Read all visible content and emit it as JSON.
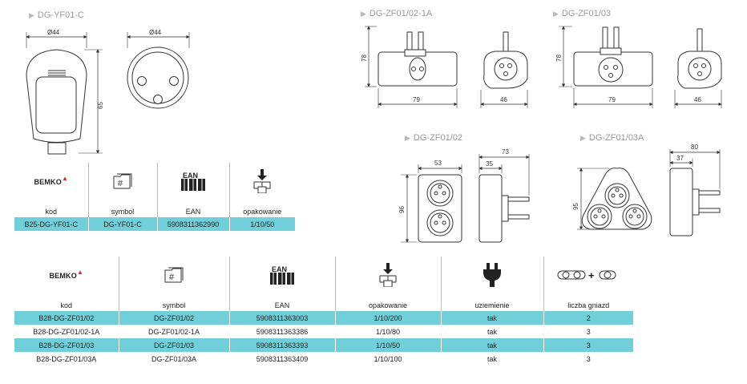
{
  "headings": {
    "yf01c": "DG-YF01-C",
    "zf0102_1a": "DG-ZF01/02-1A",
    "zf0103": "DG-ZF01/03",
    "zf0102": "DG-ZF01/02",
    "zf0103a": "DG-ZF01/03A"
  },
  "dimensions": {
    "yf_side_width": "Ø44",
    "yf_front_width": "Ø44",
    "yf_height": "65",
    "z1a_height": "78",
    "z1a_width": "79",
    "z1a_depth": "46",
    "z03_height": "78",
    "z03_width": "79",
    "z03_depth": "46",
    "z02_width": "53",
    "z02_height": "96",
    "z02_side_a": "73",
    "z02_side_b": "35",
    "z03a_height": "95",
    "z03a_side_a": "80",
    "z03a_side_b": "37"
  },
  "brand": "BEMKO",
  "ean_label": "EAN",
  "table1": {
    "headers": [
      "kod",
      "symbol",
      "EAN",
      "opakowanie"
    ],
    "rows": [
      [
        "B25-DG-YF01-C",
        "DG-YF01-C",
        "5908311362990",
        "1/10/50"
      ]
    ]
  },
  "table2": {
    "headers": [
      "kod",
      "symbol",
      "EAN",
      "opakowanie",
      "uziemienie",
      "liczba gniazd"
    ],
    "rows": [
      [
        "B28-DG-ZF01/02",
        "DG-ZF01/02",
        "5908311363003",
        "1/10/200",
        "tak",
        "2"
      ],
      [
        "B28-DG-ZF01/02-1A",
        "DG-ZF01/02-1A",
        "5908311363386",
        "1/10/80",
        "tak",
        "3"
      ],
      [
        "B28-DG-ZF01/03",
        "DG-ZF01/03",
        "5908311363393",
        "1/10/50",
        "tak",
        "3"
      ],
      [
        "B28-DG-ZF01/03A",
        "DG-ZF01/03A",
        "5908311363409",
        "1/10/100",
        "tak",
        "3"
      ]
    ]
  },
  "colors": {
    "highlight": "#71cfd9",
    "brand_red": "#d42a2a"
  },
  "icons": [
    "bemko-logo",
    "folder-hash-icon",
    "ean-barcode-icon",
    "packaging-icon",
    "grounding-plug-icon",
    "socket-count-icon"
  ]
}
